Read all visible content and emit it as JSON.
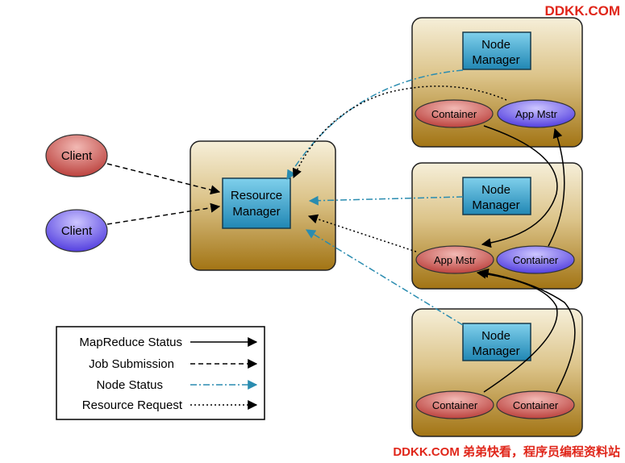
{
  "watermark": {
    "top": "DDKK.COM",
    "bottom": "DDKK.COM 弟弟快看，程序员编程资料站"
  },
  "clients": [
    {
      "label": "Client",
      "color": "#c0504d"
    },
    {
      "label": "Client",
      "color": "#6a5bd6"
    }
  ],
  "resource_manager": {
    "line1": "Resource",
    "line2": "Manager"
  },
  "node_managers": [
    {
      "line1": "Node",
      "line2": "Manager"
    },
    {
      "line1": "Node",
      "line2": "Manager"
    },
    {
      "line1": "Node",
      "line2": "Manager"
    }
  ],
  "node1": {
    "left": "Container",
    "right": "App Mstr"
  },
  "node2": {
    "left": "App Mstr",
    "right": "Container"
  },
  "node3": {
    "left": "Container",
    "right": "Container"
  },
  "legend": [
    {
      "label": "MapReduce Status",
      "style": "solid"
    },
    {
      "label": "Job Submission",
      "style": "dashed"
    },
    {
      "label": "Node Status",
      "style": "dashdot"
    },
    {
      "label": "Resource Request",
      "style": "dotted"
    }
  ],
  "colors": {
    "gold_top": "#f3ead0",
    "gold_bottom": "#a77a17",
    "manager_box": "#2e9bc4",
    "pod_red": "#c24a47",
    "pod_purple": "#5b4be0",
    "node_status_line": "#2a8cb0"
  }
}
